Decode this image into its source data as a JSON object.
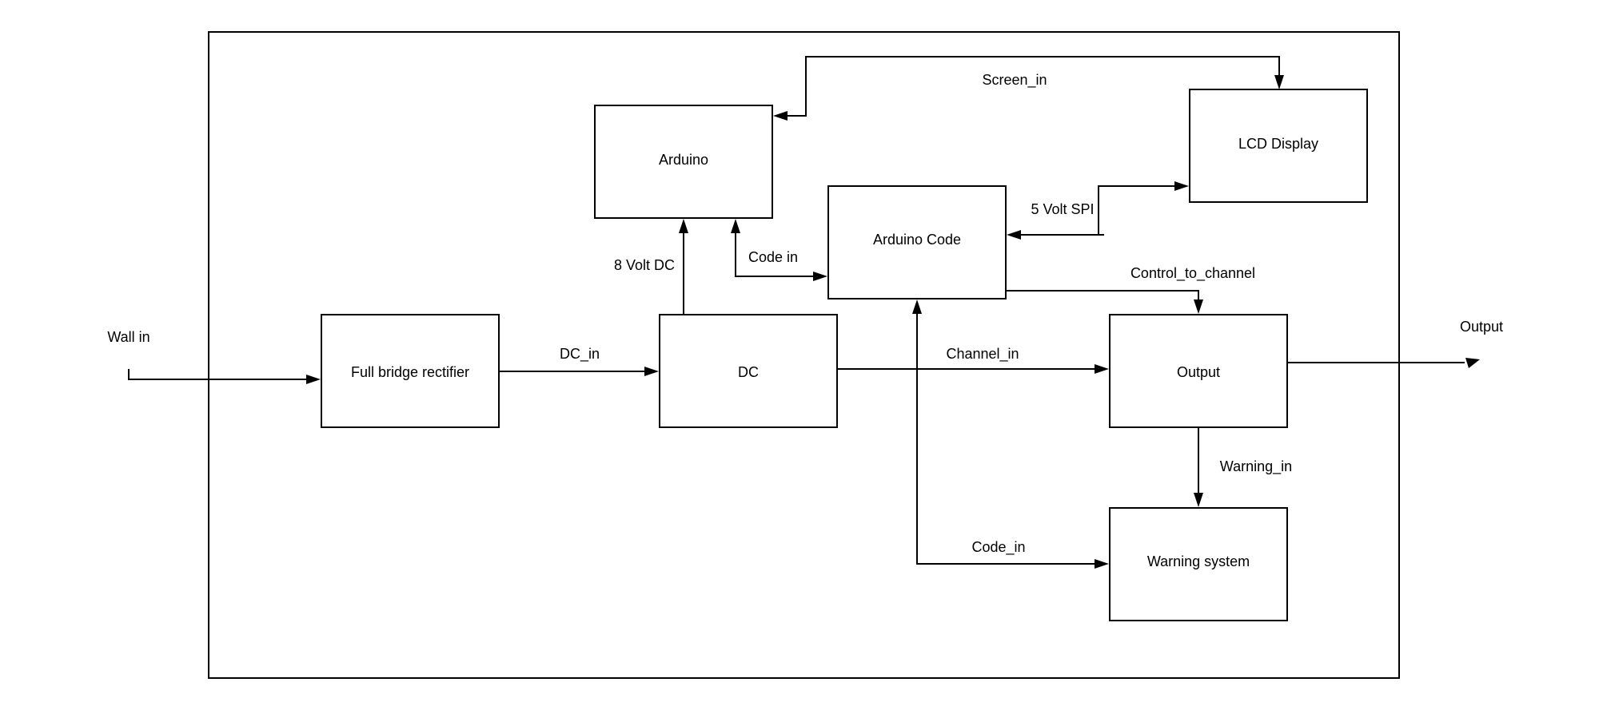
{
  "blocks": {
    "rectifier": "Full bridge rectifier",
    "dc": "DC",
    "arduino": "Arduino",
    "arduino_code": "Arduino Code",
    "lcd": "LCD Display",
    "output": "Output",
    "warning": "Warning system"
  },
  "signals": {
    "wall_in": "Wall in",
    "dc_in": "DC_in",
    "volt_8": "8 Volt DC",
    "code_in_space": "Code in",
    "screen_in": "Screen_in",
    "spi_5v": "5 Volt SPI",
    "control_to_channel": "Control_to_channel",
    "channel_in": "Channel_in",
    "output_out": "Output",
    "warning_in": "Warning_in",
    "code_in_underscore": "Code_in"
  }
}
